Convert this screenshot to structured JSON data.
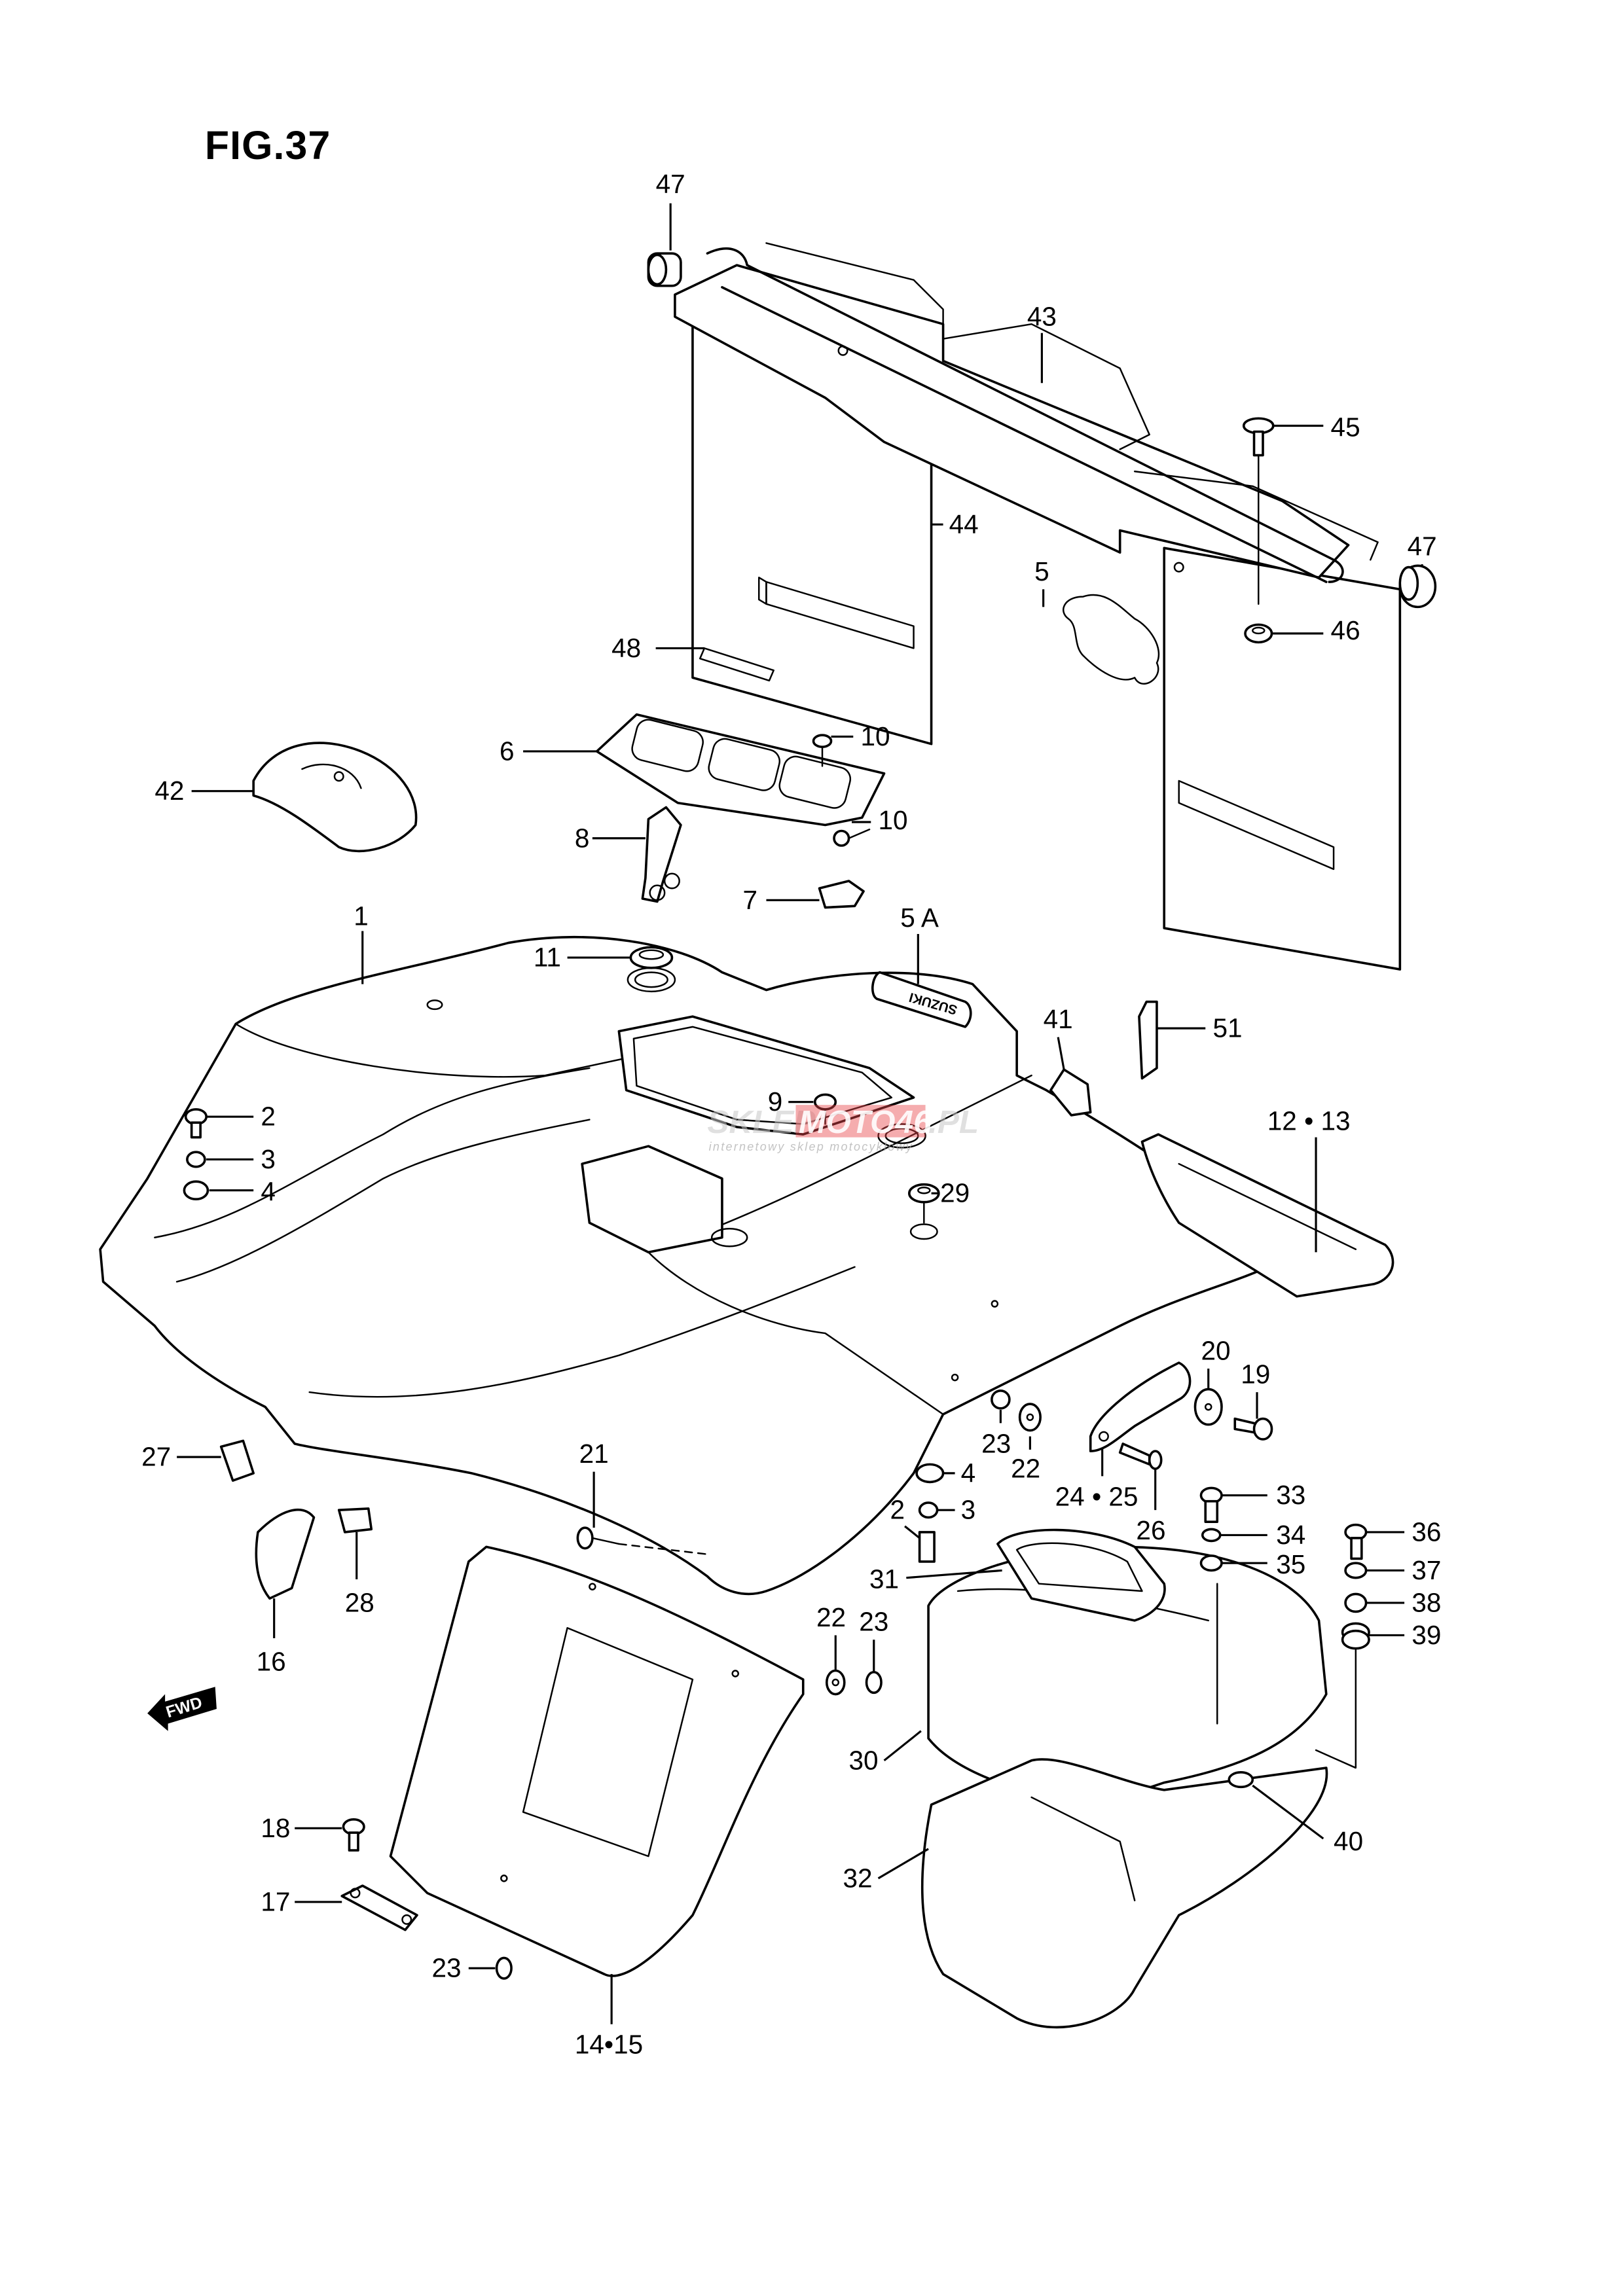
{
  "figure": {
    "title": "FIG.37",
    "direction_indicator": "FWD",
    "emblem_text_mirrored": "SUZUKI",
    "watermark": {
      "brand_prefix": "SKLEP",
      "brand_accent": "MOTO46",
      "brand_suffix": ".PL",
      "tagline": "internetowy sklep motocyklowy",
      "accent_color": "#e8474b"
    }
  },
  "callouts": [
    {
      "id": "1",
      "label": "1"
    },
    {
      "id": "2a",
      "label": "2"
    },
    {
      "id": "2b",
      "label": "2"
    },
    {
      "id": "3a",
      "label": "3"
    },
    {
      "id": "3b",
      "label": "3"
    },
    {
      "id": "4a",
      "label": "4"
    },
    {
      "id": "4b",
      "label": "4"
    },
    {
      "id": "5",
      "label": "5"
    },
    {
      "id": "5A",
      "label": "5 A"
    },
    {
      "id": "6",
      "label": "6"
    },
    {
      "id": "7",
      "label": "7"
    },
    {
      "id": "8",
      "label": "8"
    },
    {
      "id": "9",
      "label": "9"
    },
    {
      "id": "10a",
      "label": "10"
    },
    {
      "id": "10b",
      "label": "10"
    },
    {
      "id": "11",
      "label": "11"
    },
    {
      "id": "12-13",
      "label": "12 • 13"
    },
    {
      "id": "14-15",
      "label": "14•15"
    },
    {
      "id": "16",
      "label": "16"
    },
    {
      "id": "17",
      "label": "17"
    },
    {
      "id": "18",
      "label": "18"
    },
    {
      "id": "19",
      "label": "19"
    },
    {
      "id": "20",
      "label": "20"
    },
    {
      "id": "21",
      "label": "21"
    },
    {
      "id": "22a",
      "label": "22"
    },
    {
      "id": "22b",
      "label": "22"
    },
    {
      "id": "23a",
      "label": "23"
    },
    {
      "id": "23b",
      "label": "23"
    },
    {
      "id": "23c",
      "label": "23"
    },
    {
      "id": "24-25",
      "label": "24 • 25"
    },
    {
      "id": "26",
      "label": "26"
    },
    {
      "id": "27",
      "label": "27"
    },
    {
      "id": "28",
      "label": "28"
    },
    {
      "id": "29",
      "label": "29"
    },
    {
      "id": "30",
      "label": "30"
    },
    {
      "id": "31",
      "label": "31"
    },
    {
      "id": "32",
      "label": "32"
    },
    {
      "id": "33",
      "label": "33"
    },
    {
      "id": "34",
      "label": "34"
    },
    {
      "id": "35",
      "label": "35"
    },
    {
      "id": "36",
      "label": "36"
    },
    {
      "id": "37",
      "label": "37"
    },
    {
      "id": "38",
      "label": "38"
    },
    {
      "id": "39",
      "label": "39"
    },
    {
      "id": "40",
      "label": "40"
    },
    {
      "id": "41",
      "label": "41"
    },
    {
      "id": "42",
      "label": "42"
    },
    {
      "id": "43",
      "label": "43"
    },
    {
      "id": "44",
      "label": "44"
    },
    {
      "id": "45",
      "label": "45"
    },
    {
      "id": "46",
      "label": "46"
    },
    {
      "id": "47a",
      "label": "47"
    },
    {
      "id": "47b",
      "label": "47"
    },
    {
      "id": "48",
      "label": "48"
    },
    {
      "id": "51",
      "label": "51"
    }
  ]
}
